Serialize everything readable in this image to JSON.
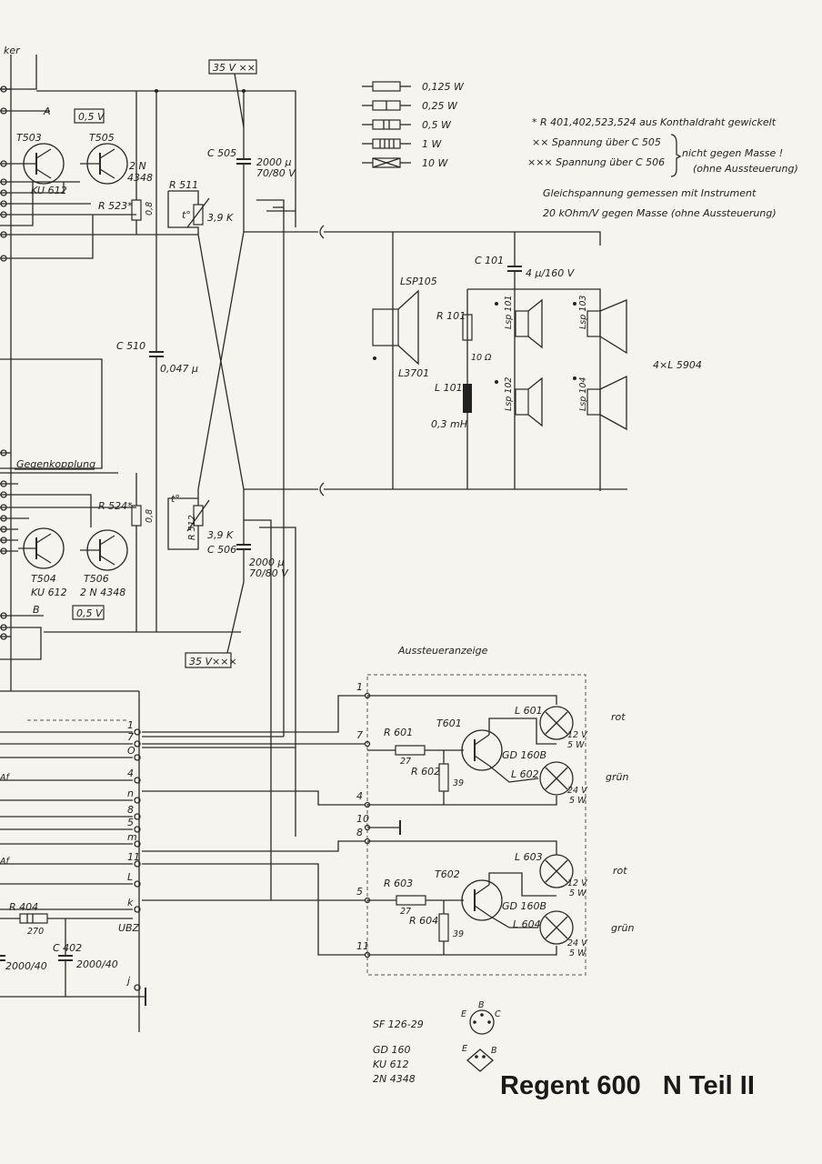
{
  "title": "Regent 600   N Teil II",
  "corner_label": "ker",
  "voltage_notes": {
    "top_box": "35 V ××",
    "bottom_box": "35 V×××",
    "t503_box": "0,5 V",
    "t504_box": "0,5 V"
  },
  "power_legend": [
    "0,125 W",
    "0,25 W",
    "0,5 W",
    "1 W",
    "10 W"
  ],
  "footnotes": {
    "star": "* R 401,402,523,524 aus Konthaldraht gewickelt",
    "xx": "×× Spannung über  C 505",
    "xxx": "××× Spannung über  C 506",
    "brace": "nicht gegen Masse !",
    "brace2": "(ohne Aussteuerung)",
    "dc1": "Gleichspannung gemessen mit Instrument",
    "dc2": "20 kOhm/V gegen Masse  (ohne Aussteuerung)"
  },
  "transistors": {
    "t503": "T503",
    "t503_type": "KU 612",
    "t505": "T505",
    "t505_type_a": "2 N",
    "t505_type_b": "4348",
    "t504": "T504",
    "t504_type": "KU 612",
    "t506": "T506",
    "t506_type": "2 N 4348",
    "t601": "T601",
    "t601_type": "GD 160B",
    "t602": "T602",
    "t602_type": "GD 160B"
  },
  "resistors": {
    "r523": "R 523*",
    "r523_val": "0,8",
    "r524": "R 524*",
    "r524_val": "0,8",
    "r511": "R 511",
    "r511_val": "3,9 K",
    "r512": "R 512",
    "r512_val": "3,9 K",
    "r101": "R 101",
    "r101_val": "10 Ω",
    "r601": "R 601",
    "r601_val": "27",
    "r602": "R 602",
    "r602_val": "39",
    "r603": "R 603",
    "r603_val": "27",
    "r604": "R 604",
    "r604_val": "39",
    "r404": "R 404",
    "r404_val": "270",
    "temp": "t°"
  },
  "capacitors": {
    "c505": "C 505",
    "c505_val1": "2000 µ",
    "c505_val2": "70/80 V",
    "c506": "C 506",
    "c506_val1": "2000 µ",
    "c506_val2": "70/80 V",
    "c510": "C 510",
    "c510_val": "0,047 µ",
    "c101": "C 101",
    "c101_val": "4 µ/160 V",
    "c402": "C 402",
    "c402_val": "2000/40",
    "c_left_val": "2000/40"
  },
  "speakers": {
    "lsp105": "LSP105",
    "l3701": "L3701",
    "lsp101": "Lsp 101",
    "lsp102": "Lsp 102",
    "lsp103": "Lsp 103",
    "lsp104": "Lsp 104",
    "l101": "L 101",
    "l101_val": "0,3 mH",
    "group": "4×L 5904"
  },
  "misc": {
    "gegenkopplung": "Gegenkopplung",
    "node_a": "A",
    "node_b": "B",
    "ubz": "UBZ",
    "aussteuer": "Aussteueranzeige"
  },
  "lamps": {
    "l601": "L 601",
    "l602": "L 602",
    "l603": "L 603",
    "l604": "L 604",
    "l601_val1": "12 V",
    "l601_val2": "5 W",
    "l602_val1": "24 V",
    "l602_val2": "5 W",
    "l603_val1": "12 V",
    "l603_val2": "5 W",
    "l604_val1": "24 V",
    "l604_val2": "5 W",
    "rot1": "rot",
    "gruen1": "grün",
    "rot2": "rot",
    "gruen2": "grün"
  },
  "connector_pins": [
    "1",
    "7",
    "O",
    "4",
    "n",
    "8",
    "5",
    "m",
    "11",
    "L",
    "k",
    "j"
  ],
  "meter_pins": [
    "1",
    "7",
    "4",
    "10",
    "8",
    "5",
    "11"
  ],
  "left_edge_labels": [
    "Af",
    "Af"
  ],
  "pinout": {
    "sf": "SF 126-29",
    "gd": "GD 160",
    "ku": "KU 612",
    "n2": "2N 4348",
    "b": "B",
    "e": "E",
    "c": "C",
    "b2": "B",
    "e2": "E"
  }
}
